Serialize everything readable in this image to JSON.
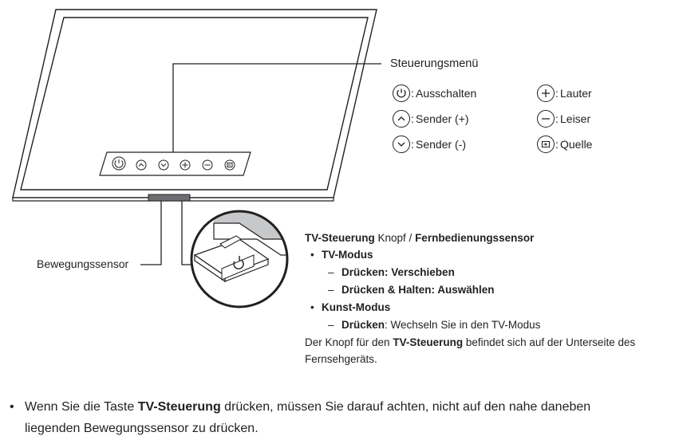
{
  "menu": {
    "title": "Steuerungsmenü",
    "items": [
      {
        "icon": "power-icon",
        "label": "Ausschalten"
      },
      {
        "icon": "chevron-up-icon",
        "label": "Sender (+)"
      },
      {
        "icon": "chevron-down-icon",
        "label": "Sender (-)"
      },
      {
        "icon": "plus-icon",
        "label": "Lauter"
      },
      {
        "icon": "minus-icon",
        "label": "Leiser"
      },
      {
        "icon": "source-icon",
        "label": "Quelle"
      }
    ],
    "separator": ":"
  },
  "motion_sensor_label": "Bewegungssensor",
  "control": {
    "part1": "TV-Steuerung",
    "part2": " Knopf / ",
    "part3": "Fernbedienungssensor",
    "tv_mode": "TV-Modus",
    "tv_press": "Drücken: Verschieben",
    "tv_hold": "Drücken & Halten: Auswählen",
    "art_mode": "Kunst-Modus",
    "art_press_bold": "Drücken",
    "art_press_rest": ": Wechseln Sie in den TV-Modus",
    "note_line1_a": "Der Knopf für den ",
    "note_line1_b": "TV-Steuerung",
    "note_line1_c": " befindet sich auf der Unterseite des",
    "note_line2": "Fernsehgeräts.",
    "bullet": "•",
    "dash": "–"
  },
  "footer": {
    "line1_a": "Wenn Sie die Taste ",
    "line1_b": "TV-Steuerung",
    "line1_c": " drücken, müssen Sie darauf achten, nicht auf den nahe daneben",
    "line2": "liegenden Bewegungssensor zu drücken.",
    "bullet": "•"
  }
}
